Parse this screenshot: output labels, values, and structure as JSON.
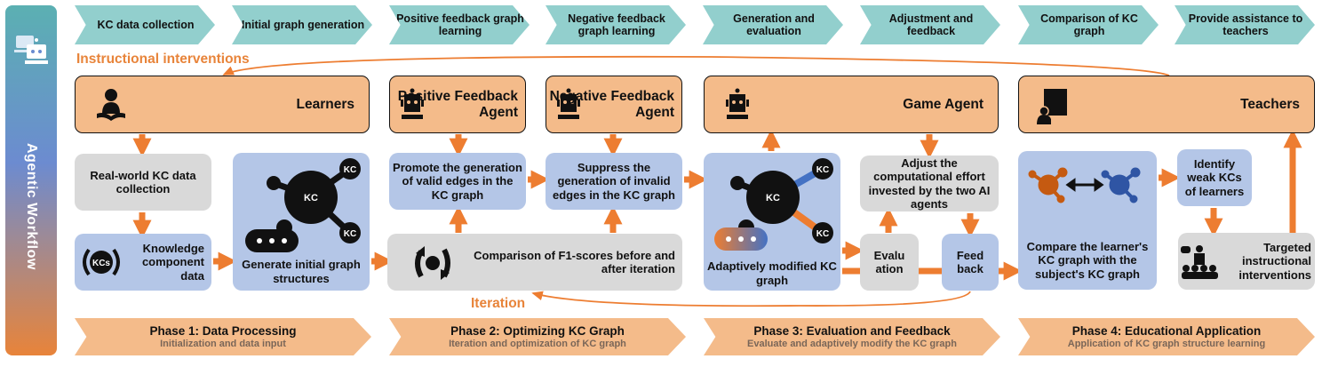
{
  "sidebar": {
    "title": "Agentic Workflow",
    "icon": "robots-icon"
  },
  "steps": [
    "KC data collection",
    "Initial graph generation",
    "Positive feedback graph learning",
    "Negative feedback graph learning",
    "Generation and evaluation",
    "Adjustment and feedback",
    "Comparison of KC graph",
    "Provide assistance to teachers"
  ],
  "labels": {
    "instructional": "Instructional interventions",
    "iteration": "Iteration"
  },
  "actors": {
    "learners": "Learners",
    "positive": "Positive Feedback Agent",
    "negative": "Negative Feedback Agent",
    "game": "Game Agent",
    "teachers": "Teachers"
  },
  "boxes": {
    "realworld": "Real-world KC data collection",
    "knowledge": "Knowledge component data",
    "kcs_badge": "KCs",
    "kc_node": "KC",
    "generate": "Generate initial graph structures",
    "promote": "Promote the generation of valid edges in the KC graph",
    "suppress": "Suppress the generation of invalid edges in the KC graph",
    "f1": "Comparison of F1-scores before and after iteration",
    "adaptive": "Adaptively modified KC graph",
    "adjust": "Adjust the computational effort invested by the two AI agents",
    "evaluation": "Evalu ation",
    "feedback": "Feed back",
    "compare": "Compare the learner's KC graph with the subject's KC graph",
    "identify": "Identify weak KCs of learners",
    "targeted": "Targeted instructional interventions"
  },
  "phases": [
    {
      "title": "Phase 1: Data Processing",
      "sub": "Initialization and data input"
    },
    {
      "title": "Phase 2: Optimizing KC Graph",
      "sub": "Iteration and optimization of KC graph"
    },
    {
      "title": "Phase 3: Evaluation and Feedback",
      "sub": "Evaluate and adaptively modify the KC graph"
    },
    {
      "title": "Phase 4: Educational Application",
      "sub": "Application of KC graph structure learning"
    }
  ],
  "colors": {
    "step": "#92cfcd",
    "actor": "#f4bb8a",
    "blue_box": "#b4c6e7",
    "gray_box": "#d9d9d9",
    "arrow": "#ed7d31"
  }
}
